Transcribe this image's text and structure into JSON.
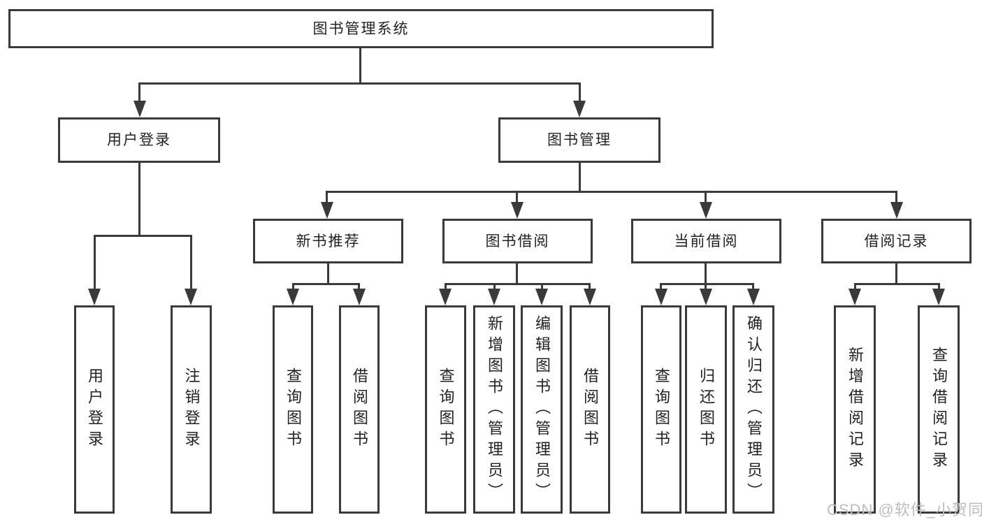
{
  "colors": {
    "line": "#3a3a3a",
    "text": "#222222",
    "watermark": "#bdbdbd"
  },
  "watermark": {
    "text": "CSDN @软件_小贺同学"
  },
  "tree": {
    "label": "图书管理系统",
    "children": [
      {
        "label": "用户登录",
        "children": [
          {
            "label": "用户登录"
          },
          {
            "label": "注销登录"
          }
        ]
      },
      {
        "label": "图书管理",
        "children": [
          {
            "label": "新书推荐",
            "children": [
              {
                "label": "查询图书"
              },
              {
                "label": "借阅图书"
              }
            ]
          },
          {
            "label": "图书借阅",
            "children": [
              {
                "label": "查询图书"
              },
              {
                "label": "新增图书（管理员）"
              },
              {
                "label": "编辑图书（管理员）"
              },
              {
                "label": "借阅图书"
              }
            ]
          },
          {
            "label": "当前借阅",
            "children": [
              {
                "label": "查询图书"
              },
              {
                "label": "归还图书"
              },
              {
                "label": "确认归还（管理员）"
              }
            ]
          },
          {
            "label": "借阅记录",
            "children": [
              {
                "label": "新增借阅记录"
              },
              {
                "label": "查询借阅记录"
              }
            ]
          }
        ]
      }
    ]
  }
}
